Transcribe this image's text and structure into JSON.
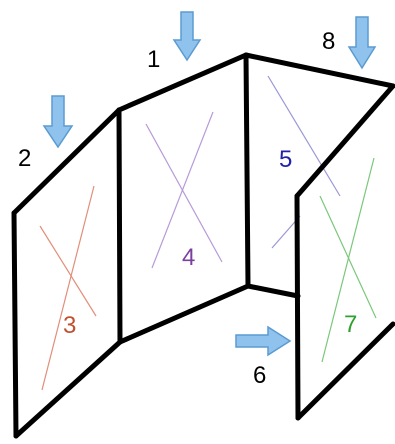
{
  "labels": {
    "one": "1",
    "two": "2",
    "three": "3",
    "four": "4",
    "five": "5",
    "six": "6",
    "seven": "7",
    "eight": "8"
  },
  "colors": {
    "outline": "#000000",
    "arrow_fill": "#8fc3ee",
    "arrow_stroke": "#5b9bd1",
    "panel_3": "#c0502f",
    "panel_4": "#7b3fa0",
    "panel_5": "#2222aa",
    "panel_7": "#2ea12e"
  }
}
